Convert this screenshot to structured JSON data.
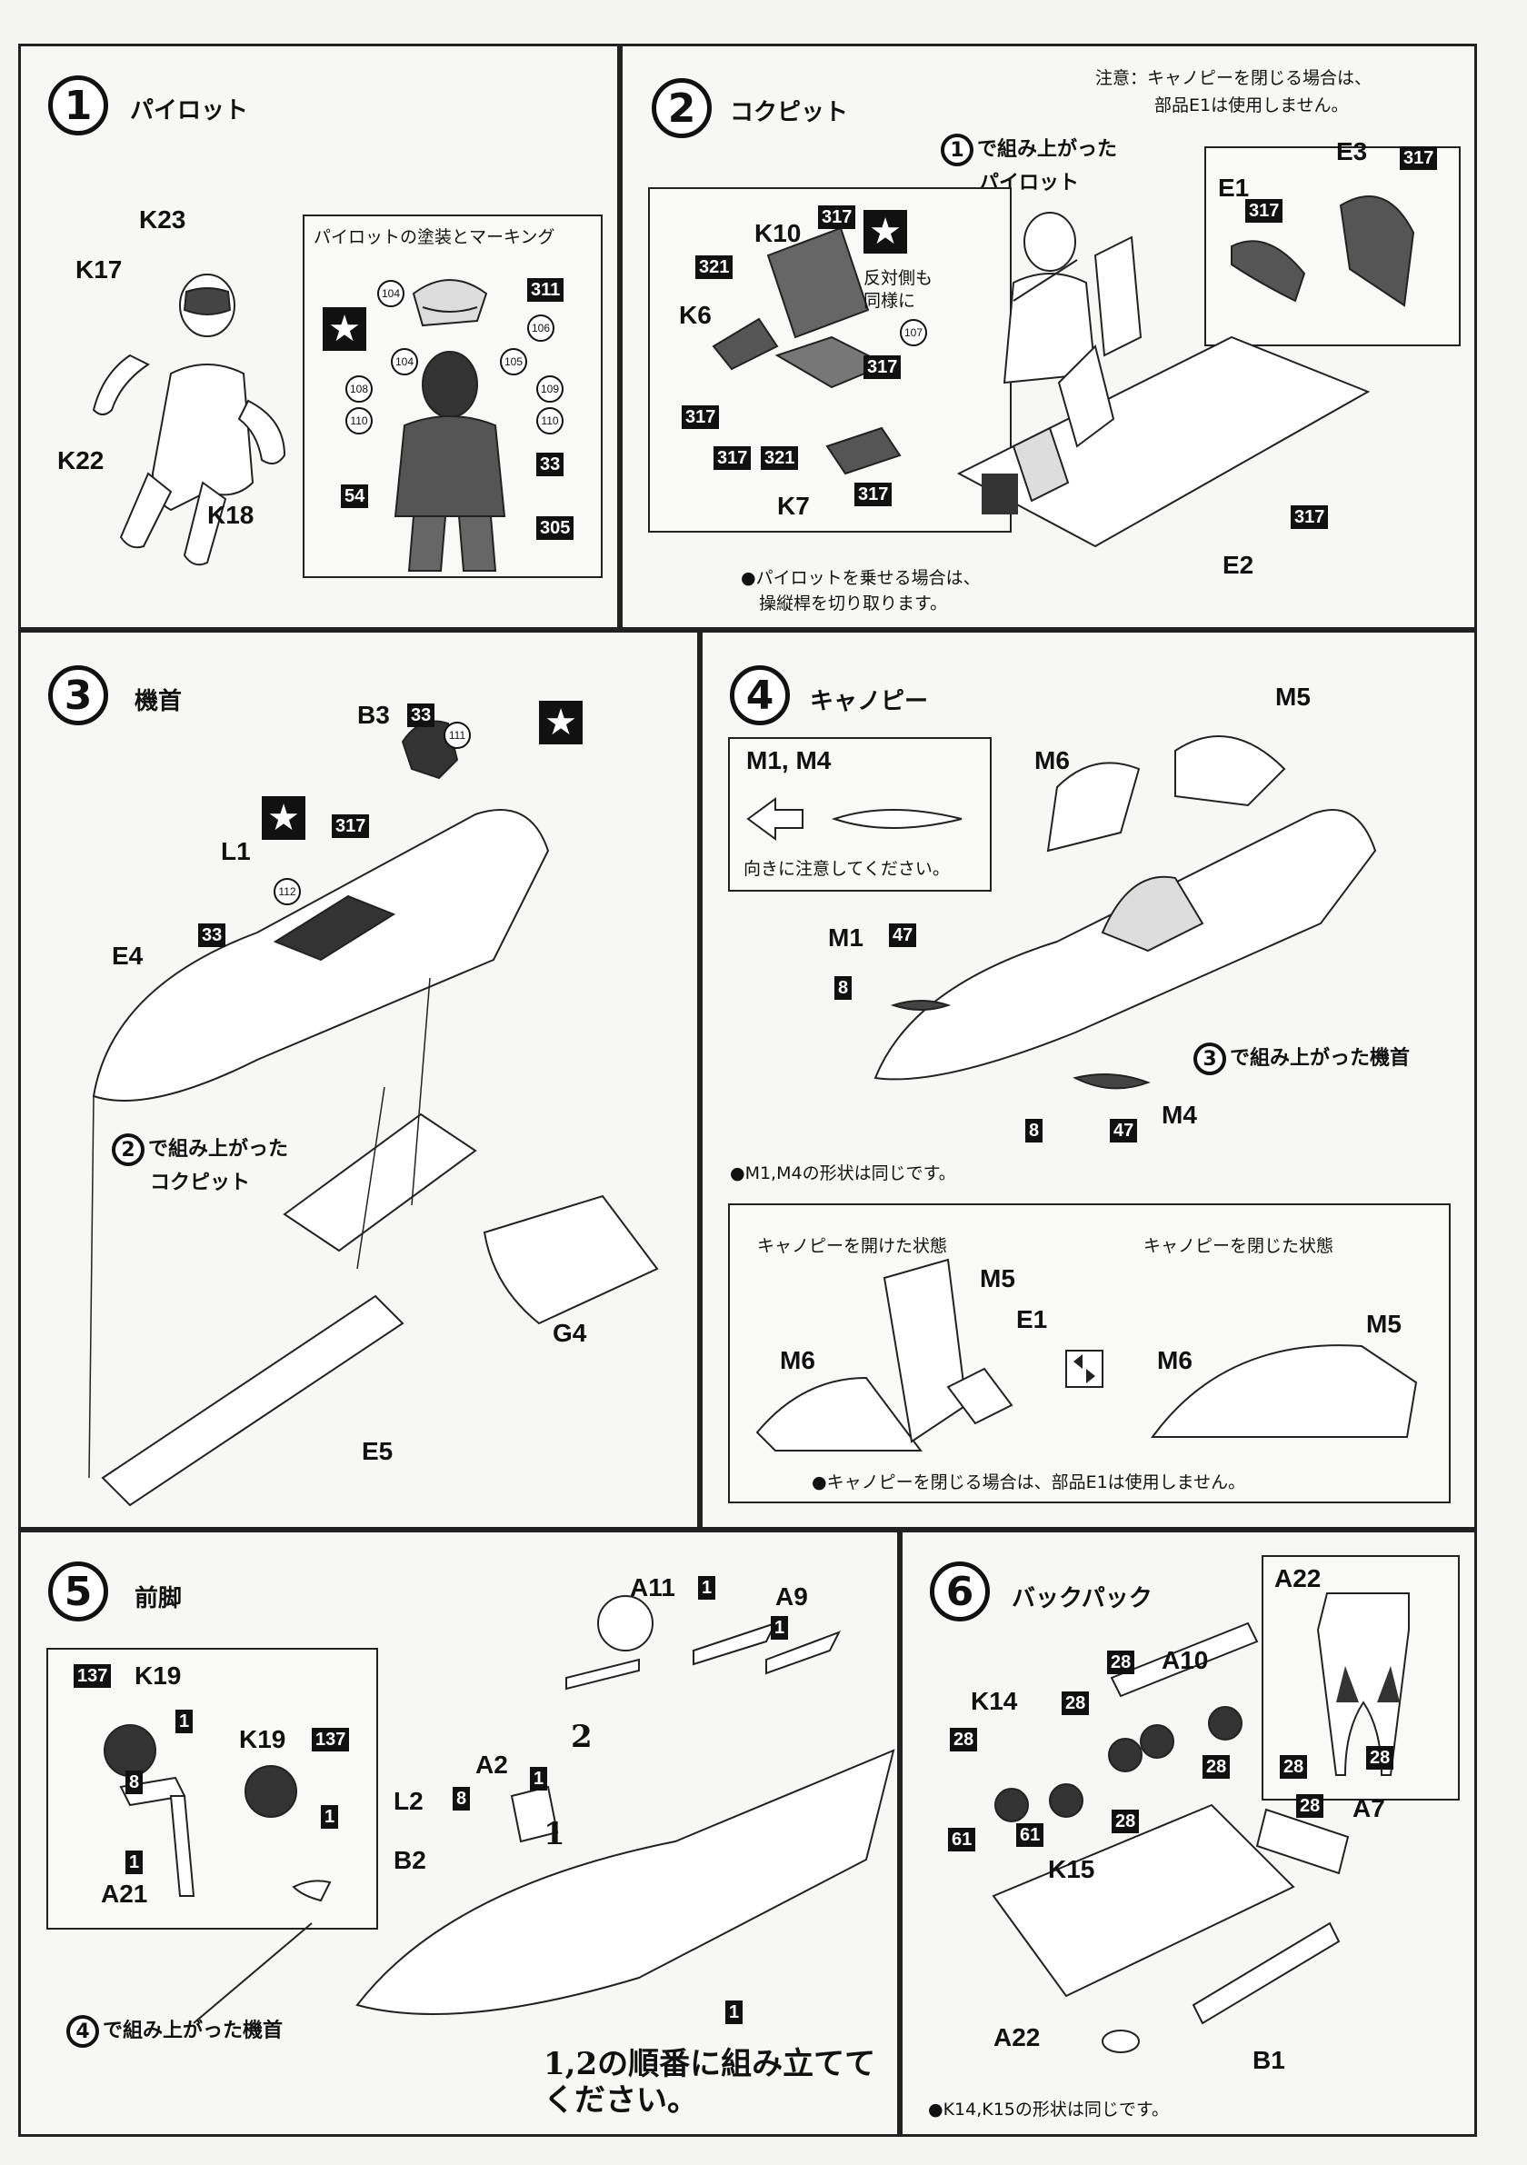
{
  "steps": {
    "s1": {
      "num": "1",
      "title": "パイロット",
      "labels": {
        "k23": "K23",
        "k17": "K17",
        "k22": "K22",
        "k18": "K18"
      },
      "box_title": "パイロットの塗装とマーキング",
      "codes": {
        "c311": "311",
        "c33": "33",
        "c54": "54",
        "c305": "305"
      },
      "circles": {
        "c104a": "104",
        "c106": "106",
        "c104b": "104",
        "c105": "105",
        "c108": "108",
        "c109": "109",
        "c110a": "110",
        "c110b": "110"
      }
    },
    "s2": {
      "num": "2",
      "title": "コクピット",
      "caution": "注意：キャノピーを閉じる場合は、",
      "caution2": "部品E1は使用しません。",
      "ref_num": "1",
      "ref_text1": "で組み上がった",
      "ref_text2": "パイロット",
      "labels": {
        "k10": "K10",
        "k6": "K6",
        "k7": "K7",
        "e1": "E1",
        "e3": "E3",
        "e2": "E2"
      },
      "codes": {
        "c317a": "317",
        "c321a": "321",
        "c317b": "317",
        "c317c": "317",
        "c317d": "317",
        "c321b": "321",
        "c317e": "317",
        "c317f": "317",
        "c317g": "317",
        "c317h": "317"
      },
      "circles": {
        "c107": "107"
      },
      "reverse": "反対側も",
      "reverse2": "同様に",
      "note1": "●パイロットを乗せる場合は、",
      "note2": "操縦桿を切り取ります。"
    },
    "s3": {
      "num": "3",
      "title": "機首",
      "labels": {
        "b3": "B3",
        "l1": "L1",
        "e4": "E4",
        "g4": "G4",
        "e5": "E5"
      },
      "codes": {
        "c33a": "33",
        "c317": "317",
        "c33b": "33"
      },
      "circles": {
        "c111": "111",
        "c112": "112"
      },
      "ref_num": "2",
      "ref_text1": "で組み上がった",
      "ref_text2": "コクピット"
    },
    "s4": {
      "num": "4",
      "title": "キャノピー",
      "box_label": "M1, M4",
      "box_note": "向きに注意してください。",
      "labels": {
        "m5": "M5",
        "m6": "M6",
        "m1": "M1",
        "m4": "M4"
      },
      "codes": {
        "c47a": "47",
        "c8a": "8",
        "c8b": "8",
        "c47b": "47"
      },
      "ref_num": "3",
      "ref_text": "で組み上がった機首",
      "note": "●M1,M4の形状は同じです。",
      "open_title": "キャノピーを開けた状態",
      "closed_title": "キャノピーを閉じた状態",
      "sub_labels": {
        "m5a": "M5",
        "e1": "E1",
        "m6a": "M6",
        "m6b": "M6",
        "m5b": "M5"
      },
      "sub_note": "●キャノピーを閉じる場合は、部品E1は使用しません。"
    },
    "s5": {
      "num": "5",
      "title": "前脚",
      "labels": {
        "k19a": "K19",
        "k19b": "K19",
        "a21": "A21",
        "a11": "A11",
        "a9": "A9",
        "a2": "A2",
        "l2": "L2",
        "b2": "B2"
      },
      "codes": {
        "c137a": "137",
        "c1a": "1",
        "c137b": "137",
        "c8": "8",
        "c1b": "1",
        "c1c": "1",
        "c1d": "1",
        "c1e": "1",
        "c1f": "1",
        "c8b": "8",
        "c1g": "1"
      },
      "ref_num": "4",
      "ref_text": "で組み上がった機首",
      "seq1": "1",
      "seq2": "2",
      "order1": "1,2の順番に組み立てて",
      "order2": "ください。"
    },
    "s6": {
      "num": "6",
      "title": "バックパック",
      "labels": {
        "a22a": "A22",
        "a10": "A10",
        "k14": "K14",
        "k15": "K15",
        "a7": "A7",
        "a22b": "A22",
        "b1": "B1"
      },
      "codes": {
        "c28a": "28",
        "c28b": "28",
        "c28c": "28",
        "c28d": "28",
        "c28e": "28",
        "c28f": "28",
        "c61a": "61",
        "c61b": "61",
        "c28g": "28",
        "c28h": "28"
      },
      "note": "●K14,K15の形状は同じです。"
    }
  }
}
